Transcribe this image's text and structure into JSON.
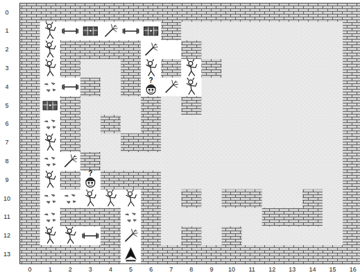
{
  "diagram": {
    "labels": [
      "?",
      "?",
      "0",
      "1",
      "2",
      "3",
      "4",
      "5",
      "6",
      "7",
      "8",
      "9",
      "10",
      "11",
      "12",
      "13",
      "14",
      "15",
      "16",
      "0",
      "1",
      "2",
      "3",
      "4",
      "5",
      "6",
      "7",
      "8",
      "9",
      "10",
      "11",
      "12",
      "13"
    ]
  }
}
